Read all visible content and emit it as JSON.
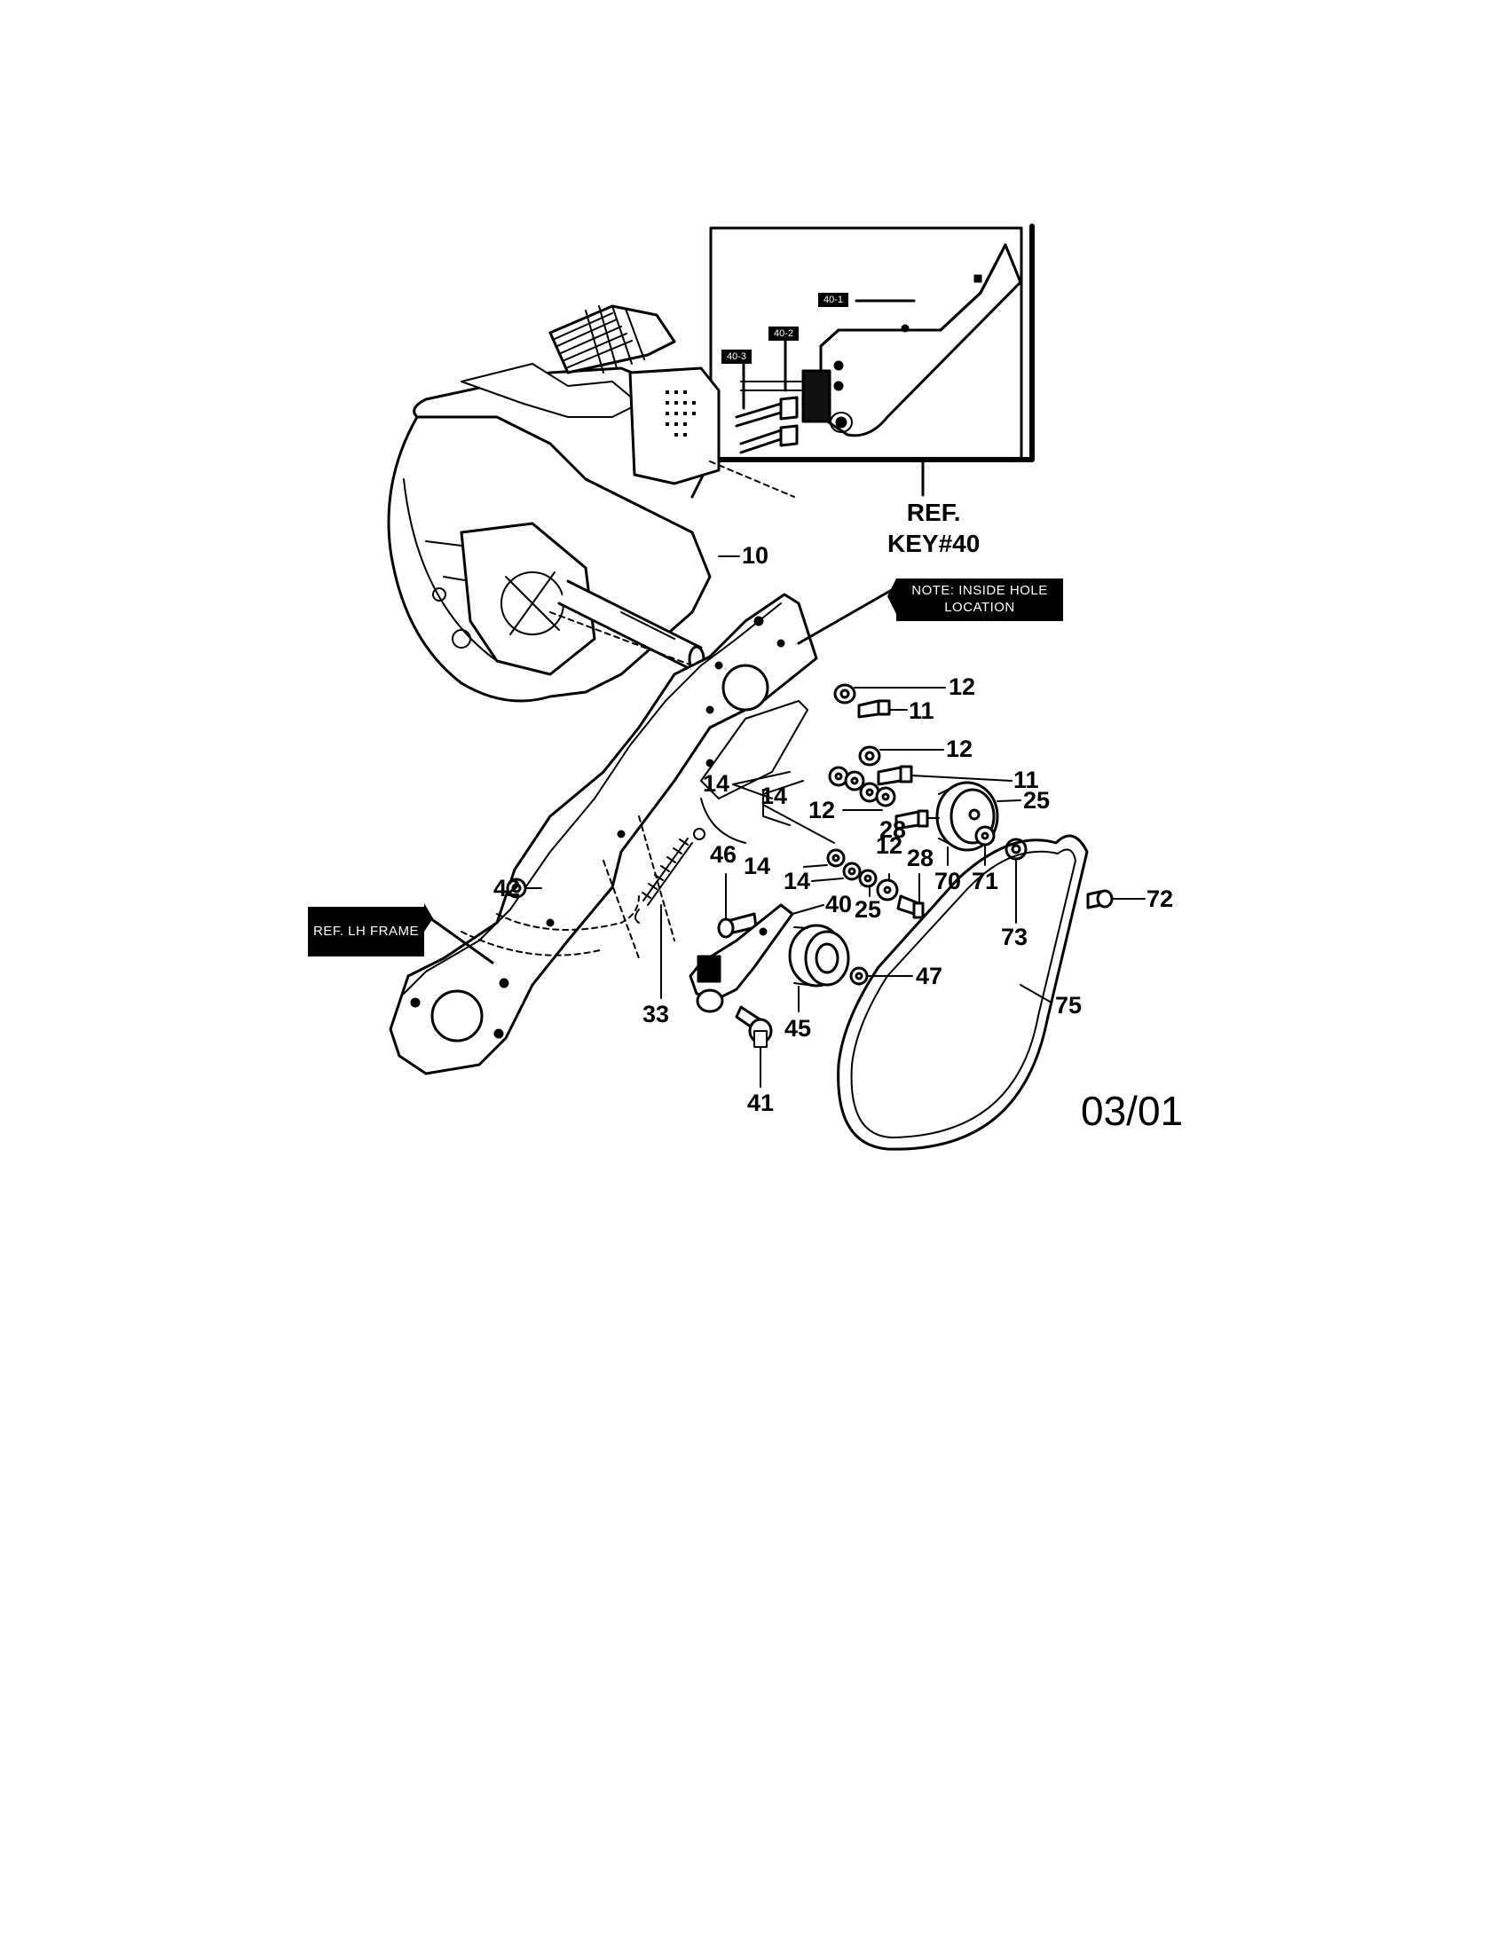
{
  "inset": {
    "sub_labels": [
      "40-1",
      "40-2",
      "40-3"
    ],
    "ref_line1": "REF.",
    "ref_line2": "KEY#40"
  },
  "callouts": {
    "note": "NOTE: INSIDE HOLE LOCATION",
    "ref_lh_frame": "REF. LH FRAME"
  },
  "part_numbers": {
    "p10": "10",
    "p12a": "12",
    "p11a": "11",
    "p12b": "12",
    "p11b": "11",
    "p14a": "14",
    "p14b": "14",
    "p25a": "25",
    "p12c": "12",
    "p28a": "28",
    "p46": "46",
    "p14c": "14",
    "p12d": "12",
    "p28b": "28",
    "p70": "70",
    "p71": "71",
    "p14d": "14",
    "p25b": "25",
    "p73": "73",
    "p72": "72",
    "p42": "42",
    "p40": "40",
    "p47": "47",
    "p33": "33",
    "p45": "45",
    "p75": "75",
    "p41": "41"
  },
  "date_code": "03/01"
}
